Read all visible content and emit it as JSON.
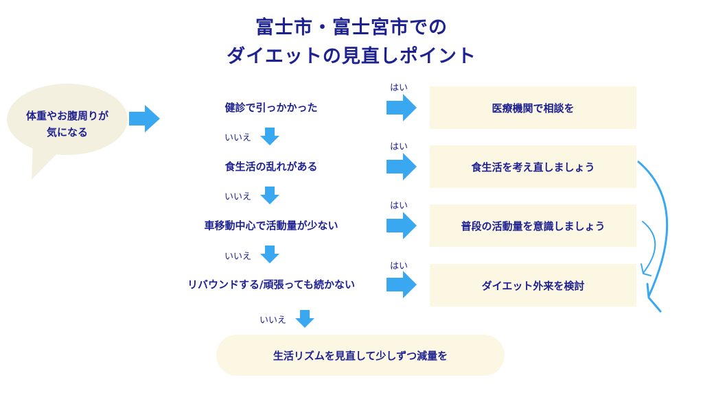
{
  "title": {
    "line1": "富士市・富士宮市での",
    "line2": "ダイエットの見直しポイント"
  },
  "start": {
    "line1": "体重やお腹周りが",
    "line2": "気になる"
  },
  "questions": [
    "健診で引っかかった",
    "食生活の乱れがある",
    "車移動中心で活動量が少ない",
    "リバウンドする/頑張っても続かない"
  ],
  "yes_label": "はい",
  "no_label": "いいえ",
  "results": [
    "医療機関で相談を",
    "食生活を考え直しましょう",
    "普段の活動量を意識しましょう",
    "ダイエット外来を検討"
  ],
  "final": "生活リズムを見直して少しずつ減量を",
  "colors": {
    "text": "#1e2190",
    "arrow": "#3aa8f0",
    "box_bg": "#fbf7e2",
    "bubble_bg": "#f3f0e0"
  }
}
